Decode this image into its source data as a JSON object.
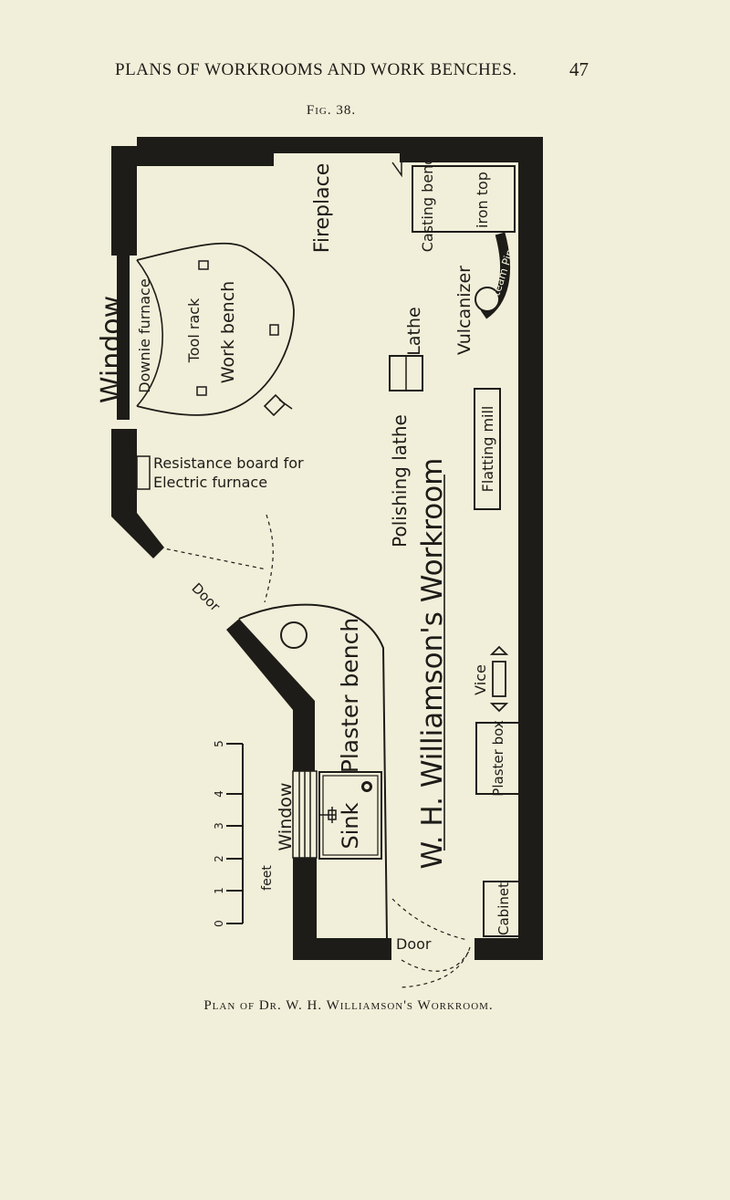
{
  "page": {
    "running_title": "PLANS OF WORKROOMS AND WORK BENCHES.",
    "page_number": "47",
    "figure_label": "Fig. 38.",
    "caption": "Plan of Dr. W. H. Williamson's Workroom."
  },
  "plan": {
    "labels": {
      "window_top": "Window",
      "downie_furnace": "Downie furnace",
      "tool_rack": "Tool rack",
      "work_bench": "Work bench",
      "fireplace": "Fireplace",
      "casting_bench": "Casting bench",
      "iron_top": "iron top",
      "steam_pipe": "Steam Pipe",
      "vulcanizer": "Vulcanizer",
      "lathe": "Lathe",
      "polishing_lathe": "Polishing lathe",
      "flatting_mill": "Flatting mill",
      "workroom_title": "W. H. Williamson's Workroom",
      "resistance_board_line1": "Resistance board for",
      "resistance_board_line2": "Electric furnace",
      "door_top": "Door",
      "plaster_bench": "Plaster bench",
      "window_bottom": "Window",
      "sink": "Sink",
      "vice": "Vice",
      "plaster_box": "Plaster box",
      "cabinet": "Cabinet",
      "door_bottom": "Door"
    },
    "scale": {
      "unit_label": "feet",
      "ticks": [
        "0",
        "1",
        "2",
        "3",
        "4",
        "5"
      ]
    }
  }
}
